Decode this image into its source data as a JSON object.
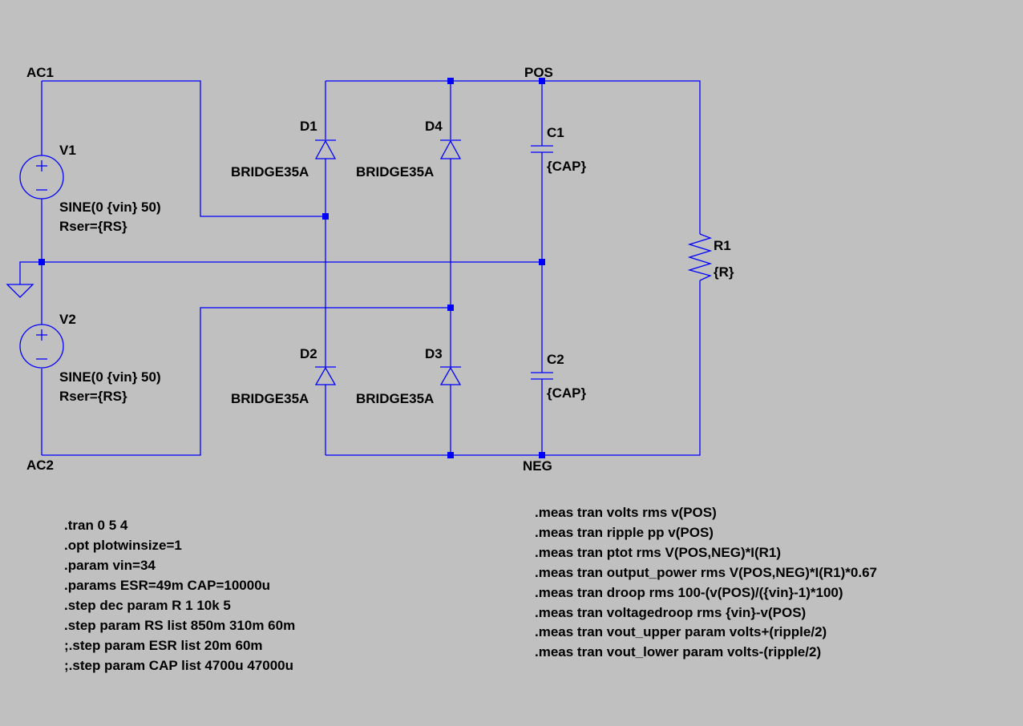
{
  "nets": {
    "ac1": "AC1",
    "ac2": "AC2",
    "pos": "POS",
    "neg": "NEG"
  },
  "components": {
    "v1": {
      "name": "V1",
      "value": "SINE(0 {vin} 50)",
      "extra": "Rser={RS}"
    },
    "v2": {
      "name": "V2",
      "value": "SINE(0 {vin} 50)",
      "extra": "Rser={RS}"
    },
    "d1": {
      "name": "D1",
      "model": "BRIDGE35A"
    },
    "d2": {
      "name": "D2",
      "model": "BRIDGE35A"
    },
    "d3": {
      "name": "D3",
      "model": "BRIDGE35A"
    },
    "d4": {
      "name": "D4",
      "model": "BRIDGE35A"
    },
    "c1": {
      "name": "C1",
      "value": "{CAP}"
    },
    "c2": {
      "name": "C2",
      "value": "{CAP}"
    },
    "r1": {
      "name": "R1",
      "value": "{R}"
    }
  },
  "directives_left": [
    ".tran 0 5 4",
    ".opt plotwinsize=1",
    ".param vin=34",
    ".params ESR=49m CAP=10000u",
    ".step dec param R 1 10k 5",
    ".step param RS list 850m 310m 60m",
    ";.step param ESR list 20m 60m",
    ";.step param CAP list 4700u 47000u"
  ],
  "directives_right": [
    ".meas tran volts rms v(POS)",
    ".meas tran ripple pp v(POS)",
    ".meas tran ptot rms V(POS,NEG)*I(R1)",
    ".meas tran output_power rms V(POS,NEG)*I(R1)*0.67",
    ".meas tran droop rms 100-(v(POS)/({vin}-1)*100)",
    ".meas tran voltagedroop rms {vin}-v(POS)",
    ".meas tran vout_upper param volts+(ripple/2)",
    ".meas tran vout_lower param volts-(ripple/2)"
  ],
  "colors": {
    "background": "#c0c0c0",
    "wire": "#0000ff",
    "text": "#000000"
  }
}
